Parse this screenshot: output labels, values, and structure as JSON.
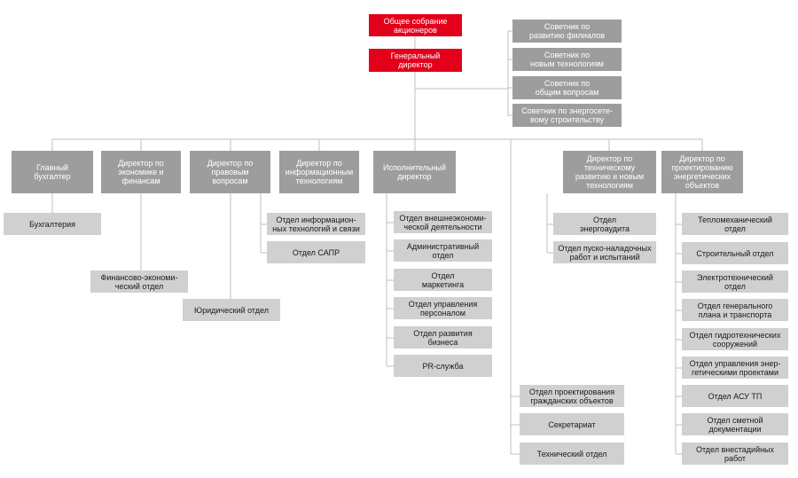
{
  "colors": {
    "red": "#e2001a",
    "dark_gray": "#9d9d9d",
    "light_gray": "#d0d0d0",
    "line": "#bfbfbf"
  },
  "top": {
    "shareholders": "Общее собрание\nакционеров",
    "ceo": "Генеральный\nдиректор"
  },
  "advisors": [
    "Советник по\nразвитию филиалов",
    "Советник по\nновым технологиям",
    "Советник по\nобщим вопросам",
    "Советник по энергосете-\nвому строительству"
  ],
  "directors": {
    "chief_accountant": "Главный\nбухгалтер",
    "economics": "Директор по\nэкономике и\nфинансам",
    "legal": "Директор по\nправовым\nвопросам",
    "it": "Директор по\nинформационным\nтехнологиям",
    "executive": "Исполнительный\nдиректор",
    "technical": "Директор по\nтехническому\nразвитию и новым\nтехнологиям",
    "design": "Директор по\nпроектированию\nэнергетических\nобъектов"
  },
  "departments": {
    "accounting": "Бухгалтерия",
    "finance_econ": "Финансово-экономи-\nческий отдел",
    "legal_dept": "Юридический отдел",
    "it_depts": [
      "Отдел информацион-\nных технологий и связи",
      "Отдел САПР"
    ],
    "executive_depts": [
      "Отдел внешнеэкономи-\nческой деятельности",
      "Административный\nотдел",
      "Отдел\nмаркетинга",
      "Отдел управления\nперсоналом",
      "Отдел развития\nбизнеса",
      "PR-служба"
    ],
    "ceo_direct_depts": [
      "Отдел проектирования\nгражданских объектов",
      "Секретариат",
      "Технический отдел"
    ],
    "technical_depts": [
      "Отдел\nэнергоаудита",
      "Отдел пуско-наладочных\nработ и испытаний"
    ],
    "design_depts": [
      "Тепломеханический\nотдел",
      "Строительный отдел",
      "Электротехнический\nотдел",
      "Отдел генерального\nплана и транспорта",
      "Отдел гидротехнических\nсооружений",
      "Отдел управления энер-\nгетическими проектами",
      "Отдел АСУ ТП",
      "Отдел сметной\nдокументации",
      "Отдел внестадийных\nработ"
    ]
  }
}
